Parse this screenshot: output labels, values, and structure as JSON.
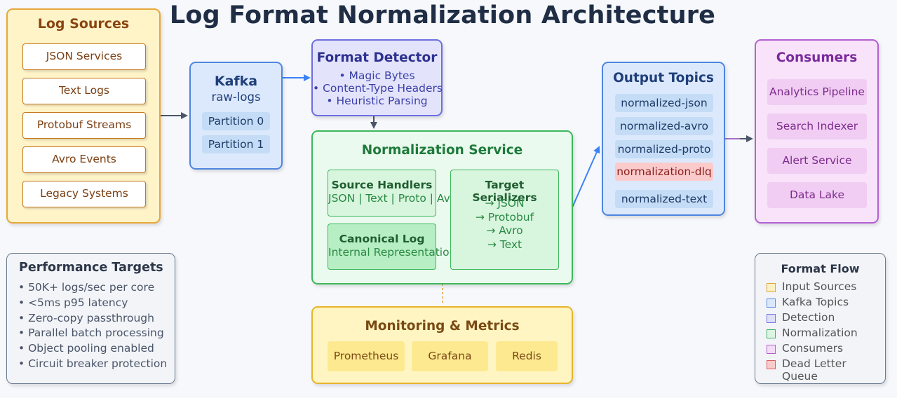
{
  "title": "Log Format Normalization Architecture",
  "log_sources": {
    "title": "Log Sources",
    "items": [
      "JSON Services",
      "Text Logs",
      "Protobuf Streams",
      "Avro Events",
      "Legacy Systems"
    ]
  },
  "kafka": {
    "title": "Kafka",
    "subtitle": "raw-logs",
    "partitions": [
      "Partition 0",
      "Partition 1"
    ]
  },
  "format_detector": {
    "title": "Format Detector",
    "items": [
      "• Magic Bytes",
      "• Content-Type Headers",
      "• Heuristic Parsing"
    ]
  },
  "normalization_service": {
    "title": "Normalization Service",
    "source_handlers": {
      "title": "Source Handlers",
      "subtitle": "JSON | Text | Proto | Avro"
    },
    "canonical_log": {
      "title": "Canonical Log",
      "subtitle": "Internal Representation"
    },
    "target_serializers": {
      "title": "Target Serializers",
      "items": [
        "→ JSON",
        "→ Protobuf",
        "→ Avro",
        "→ Text"
      ]
    }
  },
  "output_topics": {
    "title": "Output Topics",
    "items": [
      "normalized-json",
      "normalized-avro",
      "normalized-proto",
      "normalization-dlq",
      "normalized-text"
    ]
  },
  "consumers": {
    "title": "Consumers",
    "items": [
      "Analytics Pipeline",
      "Search Indexer",
      "Alert Service",
      "Data Lake"
    ]
  },
  "monitoring": {
    "title": "Monitoring & Metrics",
    "items": [
      "Prometheus",
      "Grafana",
      "Redis"
    ]
  },
  "performance": {
    "title": "Performance Targets",
    "items": [
      "• 50K+ logs/sec per core",
      "• <5ms p95 latency",
      "• Zero-copy passthrough",
      "• Parallel batch processing",
      "• Object pooling enabled",
      "• Circuit breaker protection"
    ]
  },
  "legend": {
    "title": "Format Flow",
    "items": [
      {
        "label": "Input Sources",
        "fill": "#fdf0c4",
        "stroke": "#e0a53a"
      },
      {
        "label": "Kafka Topics",
        "fill": "#dbe8fb",
        "stroke": "#5b8fdc"
      },
      {
        "label": "Detection",
        "fill": "#dedff8",
        "stroke": "#7478dd"
      },
      {
        "label": "Normalization",
        "fill": "#dcf5e2",
        "stroke": "#3db25e"
      },
      {
        "label": "Consumers",
        "fill": "#f4dcf7",
        "stroke": "#b45fcf"
      },
      {
        "label": "Dead Letter Queue",
        "fill": "#fbcaca",
        "stroke": "#d96060"
      }
    ]
  },
  "colors": {
    "sources_bg": "#fff3c8",
    "sources_border": "#e6a83a",
    "kafka_bg": "#dce9fc",
    "kafka_border": "#4f86e0",
    "detector_bg": "#e3e4fb",
    "detector_border": "#6c6fe0",
    "norm_bg": "#eafaee",
    "norm_border": "#3cb85c",
    "consumers_bg": "#f8e3fa",
    "consumers_border": "#b45fd4",
    "monitoring_bg": "#fff5c2",
    "monitoring_border": "#e6b52a",
    "dlq": "#fbcaca"
  }
}
